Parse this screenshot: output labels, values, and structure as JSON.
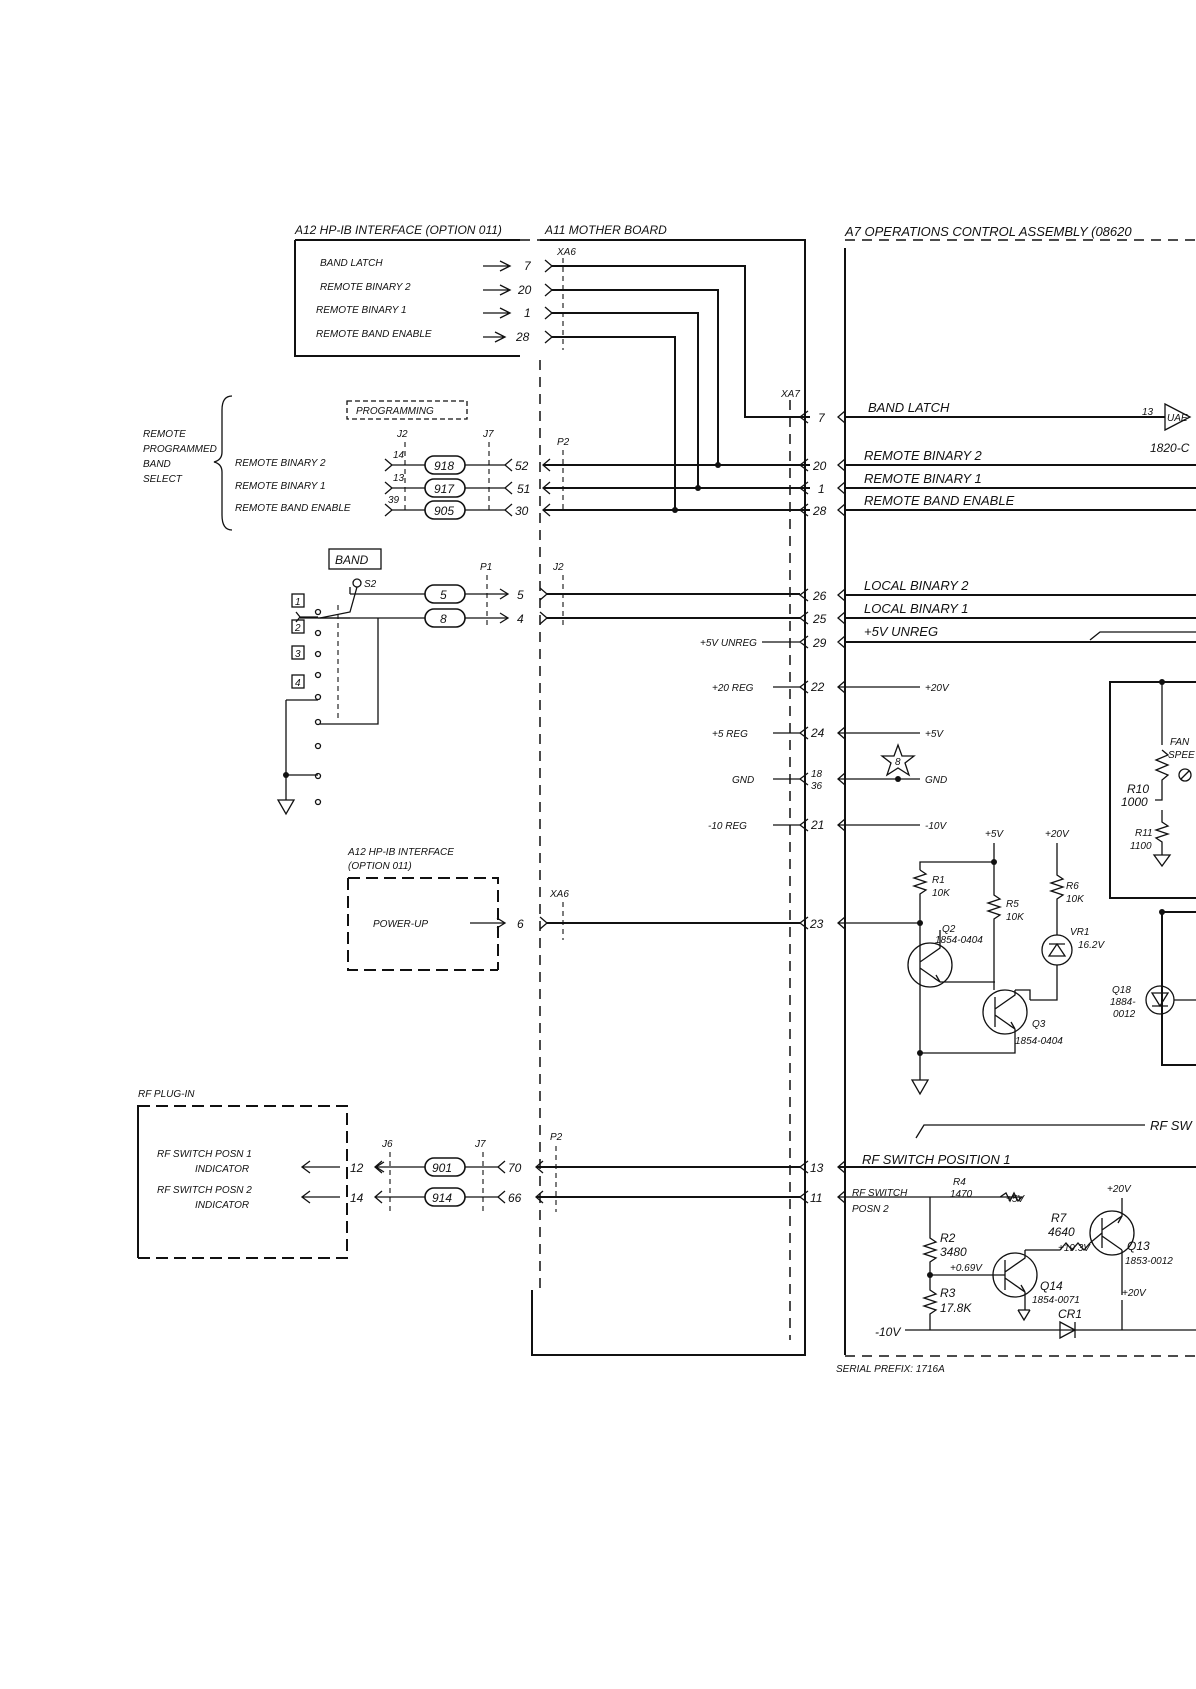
{
  "blocks": {
    "a12_top": "A12 HP-IB INTERFACE (OPTION 011)",
    "a11": "A11 MOTHER BOARD",
    "a7": "A7 OPERATIONS CONTROL ASSEMBLY (08620",
    "a12_bottom_1": "A12 HP-IB INTERFACE",
    "a12_bottom_2": "(OPTION 011)",
    "rf_plugin": "RF PLUG-IN",
    "serial": "SERIAL PREFIX: 1716A"
  },
  "a12_signals": [
    {
      "label": "BAND LATCH",
      "pin": "7"
    },
    {
      "label": "REMOTE BINARY 2",
      "pin": "20"
    },
    {
      "label": "REMOTE BINARY 1",
      "pin": "1"
    },
    {
      "label": "REMOTE BAND ENABLE",
      "pin": "28"
    }
  ],
  "connectors": {
    "xa6": "XA6",
    "xa7": "XA7",
    "p2": "P2",
    "p1": "P1",
    "j2": "J2",
    "j7": "J7",
    "j6": "J6"
  },
  "remote": {
    "group_label": [
      "REMOTE",
      "PROGRAMMED",
      "BAND",
      "SELECT"
    ],
    "programming": "PROGRAMMING",
    "rows": [
      {
        "label": "REMOTE BINARY 2",
        "j2": "14",
        "wire": "918",
        "p2": "52"
      },
      {
        "label": "REMOTE BINARY 1",
        "j2": "13",
        "wire": "917",
        "p2": "51"
      },
      {
        "label": "REMOTE BAND ENABLE",
        "j2": "39",
        "wire": "905",
        "p2": "30"
      }
    ]
  },
  "band": {
    "label": "BAND",
    "switch": "S2",
    "positions": [
      "1",
      "2",
      "3",
      "4"
    ],
    "wires": [
      {
        "wire": "5",
        "pin": "5"
      },
      {
        "wire": "8",
        "pin": "4"
      }
    ]
  },
  "xa7_pins": [
    {
      "pin": "7",
      "signal": "BAND LATCH"
    },
    {
      "pin": "20",
      "signal": "REMOTE BINARY 2"
    },
    {
      "pin": "1",
      "signal": "REMOTE BINARY 1"
    },
    {
      "pin": "28",
      "signal": "REMOTE BAND ENABLE"
    },
    {
      "pin": "26",
      "signal": "LOCAL BINARY 2"
    },
    {
      "pin": "25",
      "signal": "LOCAL BINARY 1"
    },
    {
      "pin": "29",
      "signal": "+5V UNREG"
    }
  ],
  "power": [
    {
      "name": "+5V UNREG",
      "pin": "29"
    },
    {
      "name": "+20 REG",
      "pin": "22",
      "rail": "+20V"
    },
    {
      "name": "+5 REG",
      "pin": "24",
      "rail": "+5V"
    },
    {
      "name": "GND",
      "pin": "18",
      "pin2": "36",
      "rail": "GND"
    },
    {
      "name": "-10 REG",
      "pin": "21",
      "rail": "-10V"
    }
  ],
  "star_ref": "8",
  "powerup": {
    "label": "POWER-UP",
    "pin": "6",
    "xa7_pin": "23"
  },
  "fan_block": {
    "label_1": "FAN",
    "label_2": "SPEE",
    "r10": "R10",
    "r10_val": "1000",
    "r11": "R11",
    "r11_val": "1100"
  },
  "ic": {
    "pin": "13",
    "name": "UAE",
    "part": "1820-C"
  },
  "components": {
    "r1": "R1",
    "r1_val": "10K",
    "r5": "R5",
    "r5_val": "10K",
    "r6": "R6",
    "r6_val": "10K",
    "vr1": "VR1",
    "vr1_val": "16.2V",
    "q2": "Q2",
    "q2_part": "1854-0404",
    "q3": "Q3",
    "q3_part": "1854-0404",
    "q18": "Q18",
    "q18_part_1": "1884-",
    "q18_part_2": "0012",
    "plus5v": "+5V",
    "plus20v": "+20V",
    "r4": "R4",
    "r4_val": "1470",
    "r7": "R7",
    "r7_val": "4640",
    "v193": "+19.3V",
    "r2": "R2",
    "r2_val": "3480",
    "v069": "+0.69V",
    "r3": "R3",
    "r3_val": "17.8K",
    "q14": "Q14",
    "q14_part": "1854-0071",
    "q13": "Q13",
    "q13_part": "1853-0012",
    "cr1": "CR1",
    "minus10v": "-10V"
  },
  "rf_switch": {
    "bus_label": "RF SW",
    "posn1_label": "RF SWITCH POSITION 1",
    "posn2_label_1": "RF SWITCH",
    "posn2_label_2": "POSN 2",
    "indicators": [
      {
        "label_1": "RF SWITCH POSN 1",
        "label_2": "INDICATOR",
        "pin": "12",
        "wire": "901",
        "p2": "70",
        "xa7": "13"
      },
      {
        "label_1": "RF SWITCH POSN 2",
        "label_2": "INDICATOR",
        "pin": "14",
        "wire": "914",
        "p2": "66",
        "xa7": "11"
      }
    ]
  }
}
